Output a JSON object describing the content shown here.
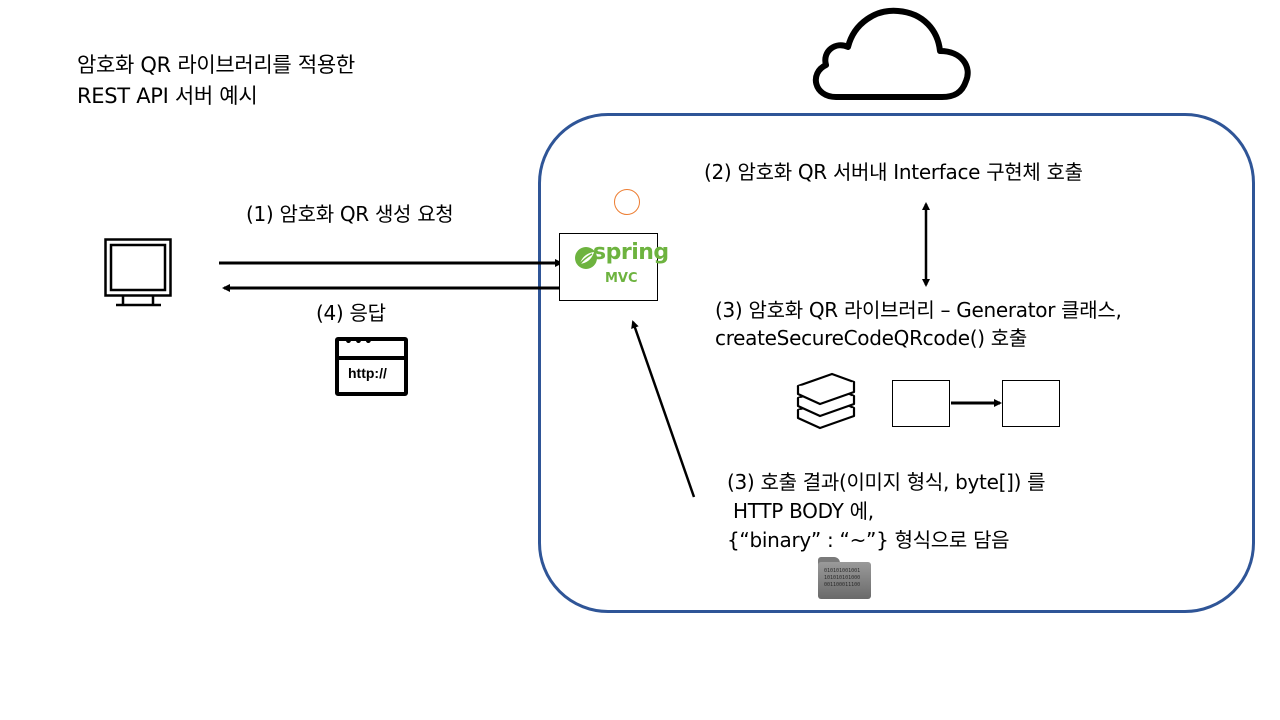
{
  "title": {
    "line1": "암호화 QR 라이브러리를 적용한",
    "line2": "REST API 서버 예시"
  },
  "client": {
    "icon": "monitor-icon",
    "request_label": "(1) 암호화 QR 생성 요청",
    "response_label": "(4) 응답",
    "response_icon": "browser-http-icon",
    "response_icon_text": "http://",
    "response_icon_dots": "•••"
  },
  "server": {
    "cloud_icon": "cloud-icon",
    "framework": {
      "logo_word": "spring",
      "logo_sub": "MVC",
      "brand_color": "#6DB33F"
    },
    "frame_color": "#2F5597",
    "marker_color": "#ED7D31",
    "step2": "(2) 암호화 QR 서버내 Interface 구현체 호출",
    "step3_call": {
      "line1": "(3) 암호화 QR 라이브러리 – Generator 클래스,",
      "line2": "createSecureCodeQRcode() 호출"
    },
    "library_icon": "books-icon",
    "step3_result": {
      "line1": "(3) 호출 결과(이미지 형식, byte[]) 를",
      "line2": " HTTP BODY 에,",
      "line3": "{“binary” : “~”} 형식으로 담음"
    },
    "binary_icon": "binary-folder-icon",
    "binary_lines": [
      "010101001001",
      "101010101000",
      "001100011100"
    ]
  }
}
